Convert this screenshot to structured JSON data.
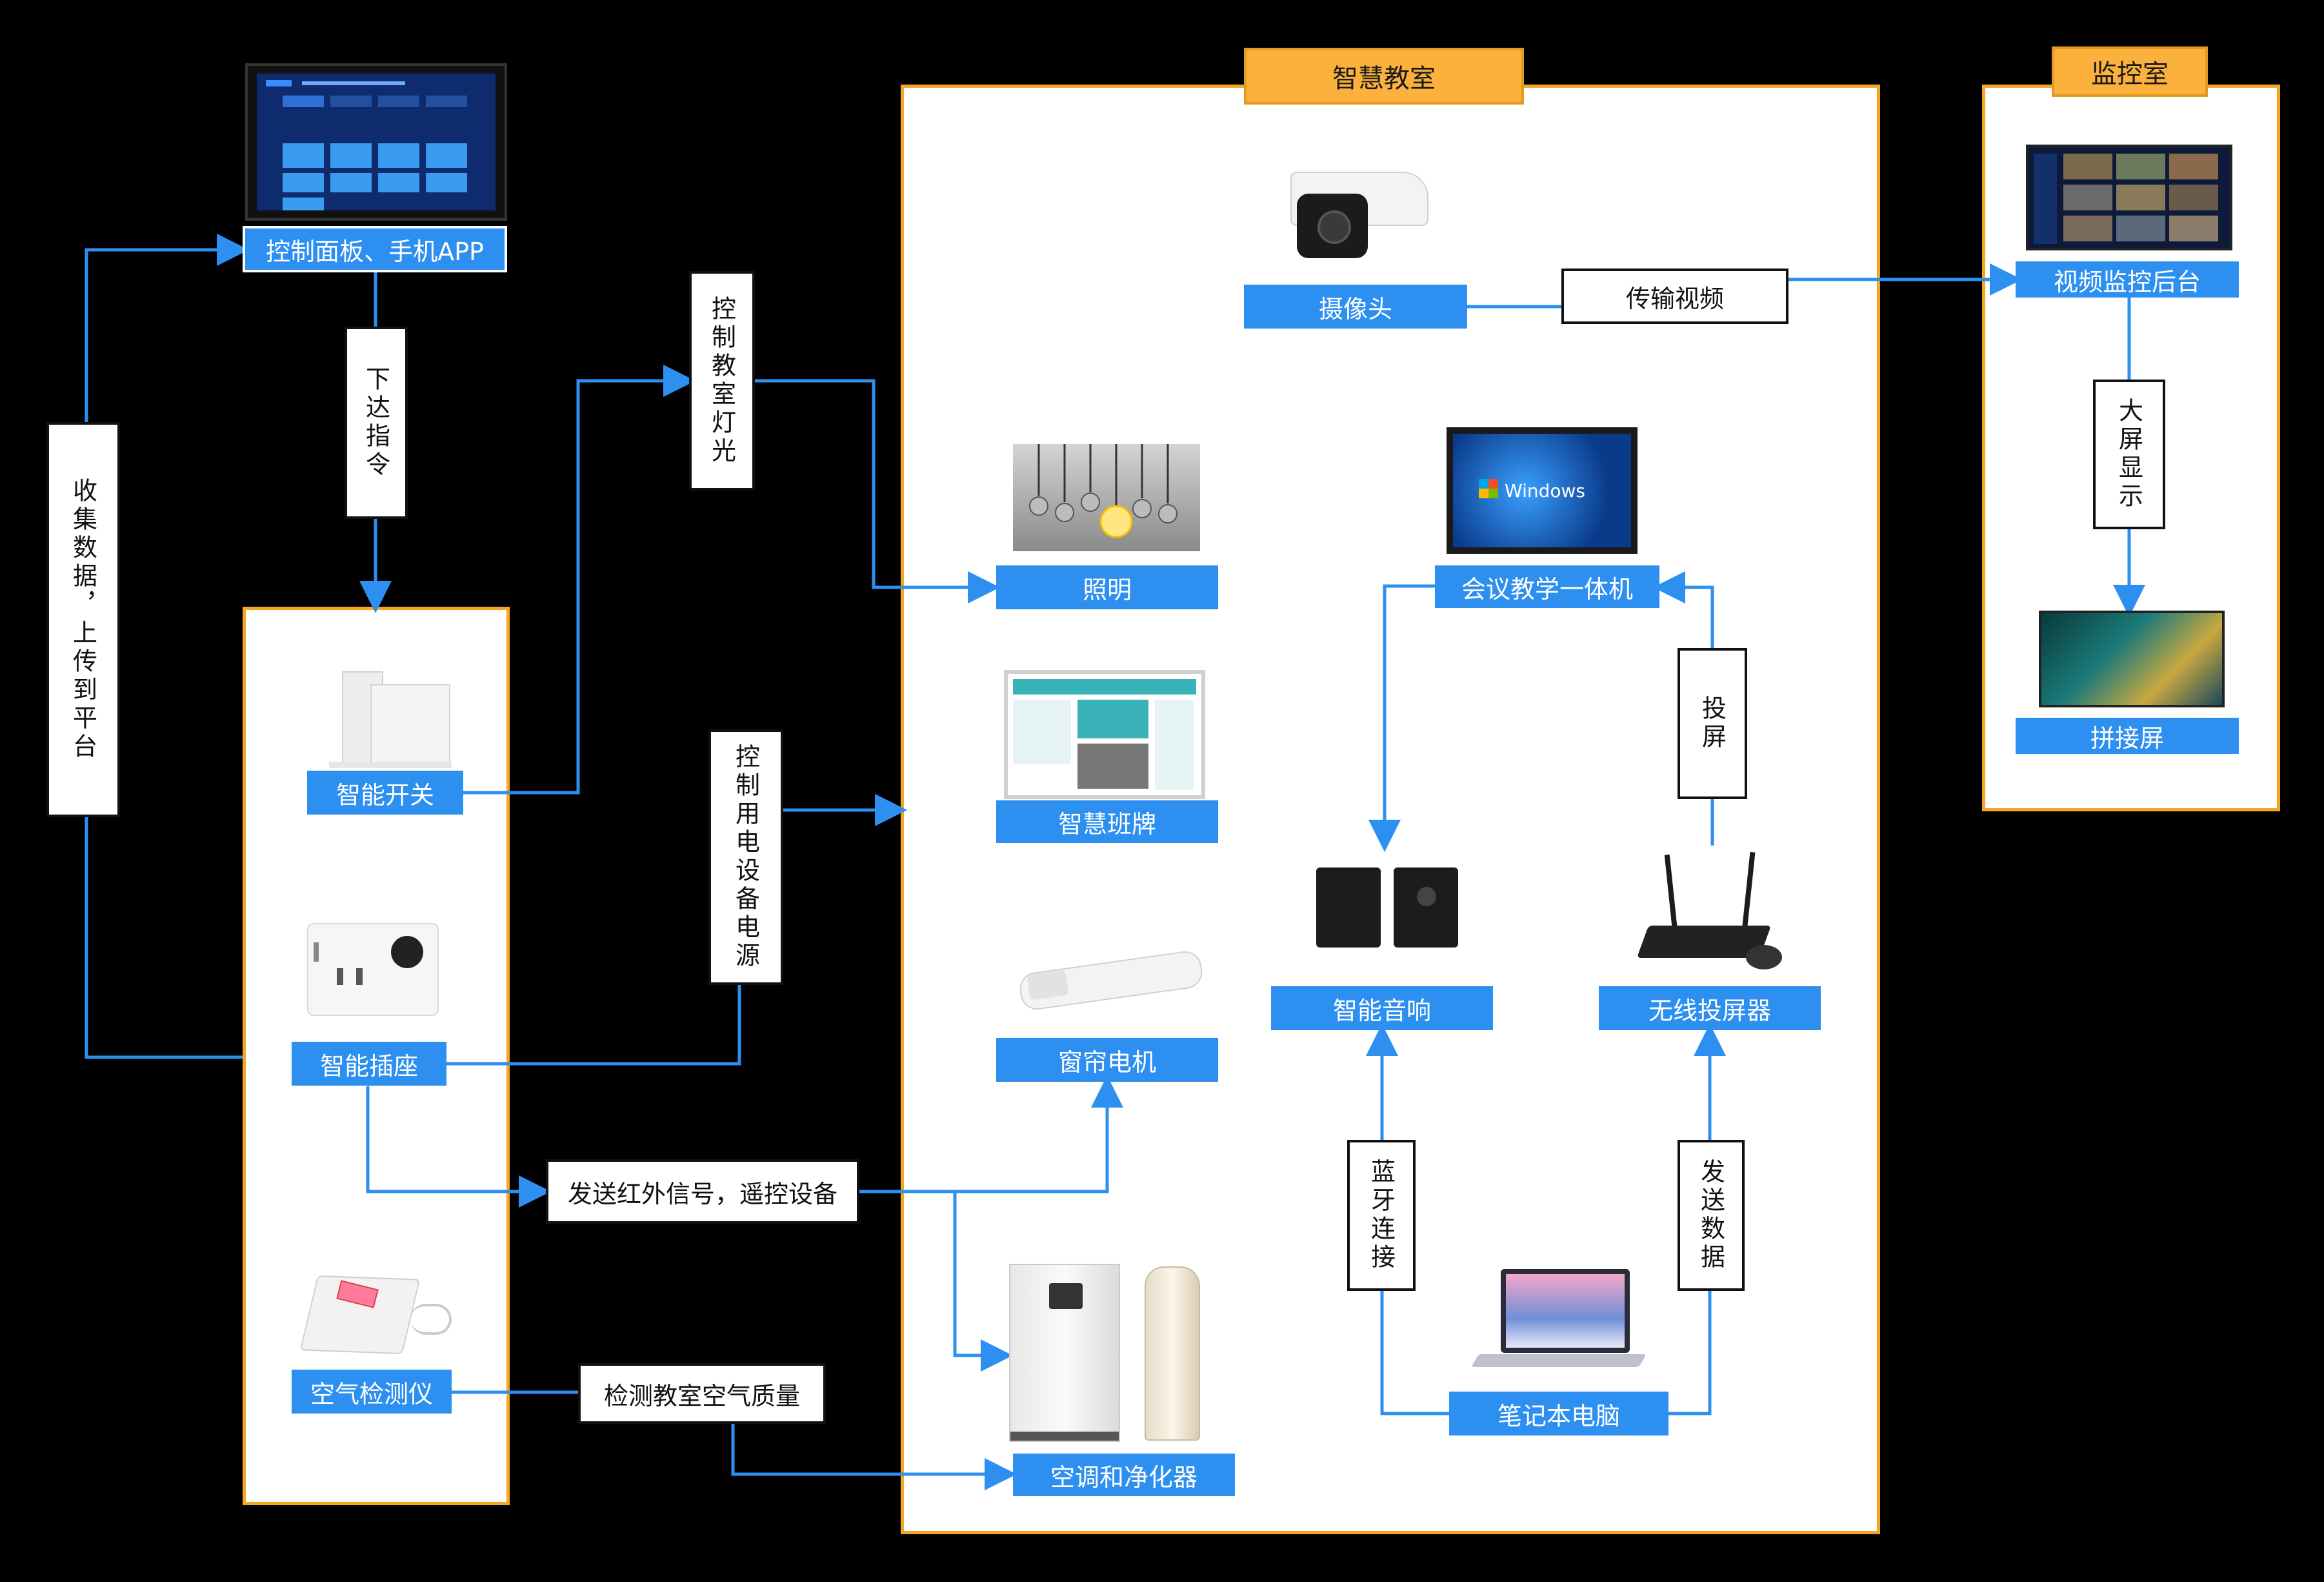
{
  "frames": {
    "classroom_title": "智慧教室",
    "monitor_title": "监控室"
  },
  "labels": {
    "control_panel": "控制面板、手机APP",
    "smart_switch": "智能开关",
    "smart_socket": "智能插座",
    "air_detector": "空气检测仪",
    "camera": "摄像头",
    "lighting": "照明",
    "smart_board": "智慧班牌",
    "curtain_motor": "窗帘电机",
    "ac_purifier": "空调和净化器",
    "all_in_one": "会议教学一体机",
    "smart_speaker": "智能音响",
    "wireless_projector": "无线投屏器",
    "laptop": "笔记本电脑",
    "video_backend": "视频监控后台",
    "splice_screen": "拼接屏"
  },
  "notes": {
    "collect_data": "收集数据，上传到平台",
    "issue_command": "下达指令",
    "control_lights": "控制教室灯光",
    "control_power": "控制用电设备电源",
    "send_ir": "发送红外信号，遥控设备",
    "detect_air": "检测教室空气质量",
    "transmit_video": "传输视频",
    "big_screen": "大屏显示",
    "cast_screen": "投屏",
    "bluetooth": "蓝牙连接",
    "send_data": "发送数据"
  },
  "icons": {
    "tablet_screen": "Windows",
    "colors": {
      "line": "#2d8ff0",
      "frame": "#f5a623",
      "label": "#2d8ff0"
    }
  }
}
